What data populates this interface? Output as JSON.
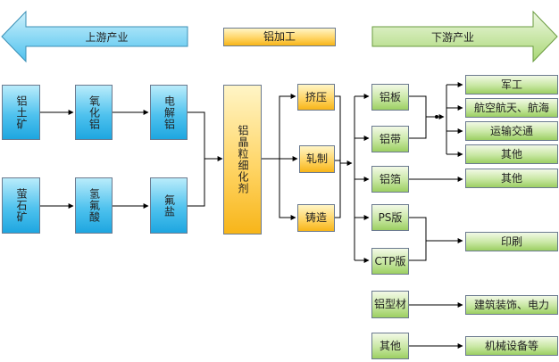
{
  "header": {
    "upstream": "上游产业",
    "processing": "铝加工",
    "downstream": "下游产业"
  },
  "upstream": {
    "row1": [
      "铝土矿",
      "氧化铝",
      "电解铝"
    ],
    "row2": [
      "萤石矿",
      "氢氟酸",
      "氟盐"
    ]
  },
  "refiner": "铝晶粒细化剂",
  "processes": [
    "挤压",
    "轧制",
    "铸造"
  ],
  "products": {
    "plate": "铝板",
    "strip": "铝带",
    "foil": "铝箔",
    "ps": "PS版",
    "ctp": "CTP版",
    "profile": "铝型材",
    "other": "其他"
  },
  "applications": {
    "military": "军工",
    "aerospace": "航空航天、航海",
    "transport": "运输交通",
    "other1": "其他",
    "other2": "其他",
    "printing": "印刷",
    "construction": "建筑装饰、电力",
    "machinery": "机械设备等"
  },
  "colors": {
    "upstream_blue": "#4fc2ee",
    "processing_orange": "#ffd566",
    "downstream_green": "#c8e7a3"
  }
}
